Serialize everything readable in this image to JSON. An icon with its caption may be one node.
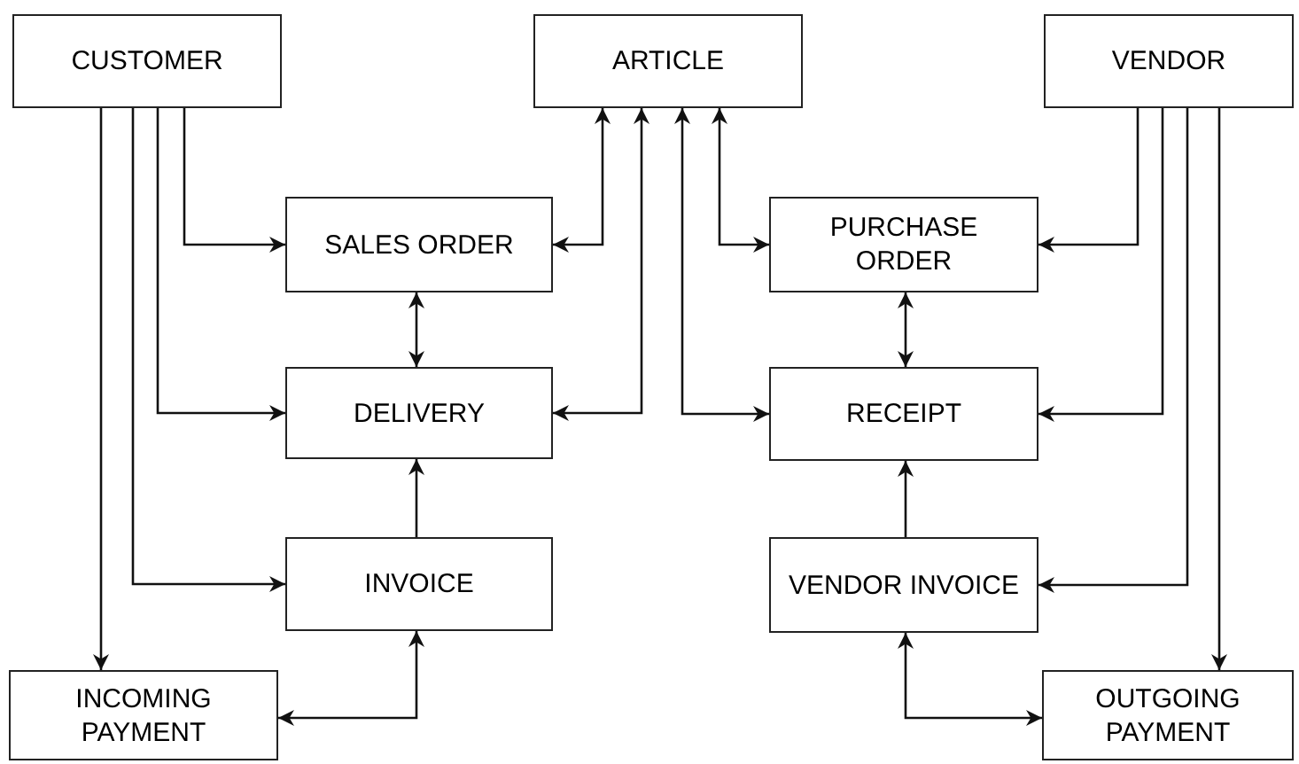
{
  "diagram": {
    "nodes": [
      {
        "text": [
          "CUSTOMER"
        ]
      },
      {
        "text": [
          "ARTICLE"
        ]
      },
      {
        "text": [
          "VENDOR"
        ]
      },
      {
        "text": [
          "SALES ORDER"
        ]
      },
      {
        "text": [
          "PURCHASE ORDER"
        ]
      },
      {
        "text": [
          "DELIVERY"
        ]
      },
      {
        "text": [
          "RECEIPT"
        ]
      },
      {
        "text": [
          "INVOICE"
        ]
      },
      {
        "text": [
          "VENDOR INVOICE"
        ]
      },
      {
        "text": [
          "INCOMING PAYMENT"
        ]
      },
      {
        "text": [
          "OUTGOING PAYMENT"
        ]
      }
    ],
    "edges": [
      {
        "from": 0,
        "to": 3,
        "arrow": "to"
      },
      {
        "from": 0,
        "to": 5,
        "arrow": "to"
      },
      {
        "from": 0,
        "to": 7,
        "arrow": "to"
      },
      {
        "from": 0,
        "to": 9,
        "arrow": "to"
      },
      {
        "from": 1,
        "to": 3,
        "arrow": "both"
      },
      {
        "from": 1,
        "to": 5,
        "arrow": "both"
      },
      {
        "from": 3,
        "to": 5,
        "arrow": "both"
      },
      {
        "from": 7,
        "to": 5,
        "arrow": "to"
      },
      {
        "from": 9,
        "to": 7,
        "arrow": "both"
      },
      {
        "from": 1,
        "to": 6,
        "arrow": "both"
      },
      {
        "from": 1,
        "to": 4,
        "arrow": "both"
      },
      {
        "from": 4,
        "to": 6,
        "arrow": "both"
      },
      {
        "from": 2,
        "to": 4,
        "arrow": "to"
      },
      {
        "from": 2,
        "to": 6,
        "arrow": "to"
      },
      {
        "from": 2,
        "to": 8,
        "arrow": "to"
      },
      {
        "from": 2,
        "to": 10,
        "arrow": "to"
      },
      {
        "from": 8,
        "to": 6,
        "arrow": "to"
      },
      {
        "from": 8,
        "to": 10,
        "arrow": "both"
      }
    ]
  }
}
